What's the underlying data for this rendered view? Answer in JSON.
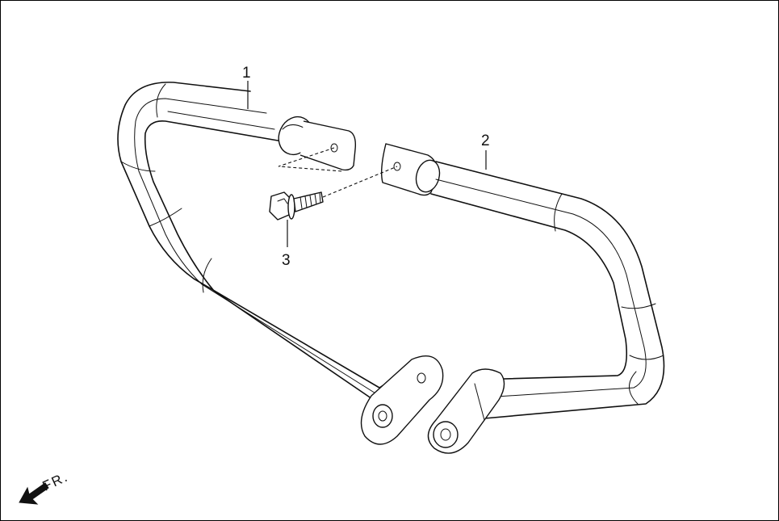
{
  "diagram": {
    "callouts": [
      {
        "label": "1",
        "part": "left-crash-bar"
      },
      {
        "label": "2",
        "part": "right-crash-bar"
      },
      {
        "label": "3",
        "part": "flange-bolt"
      }
    ],
    "direction_label": "FR."
  }
}
